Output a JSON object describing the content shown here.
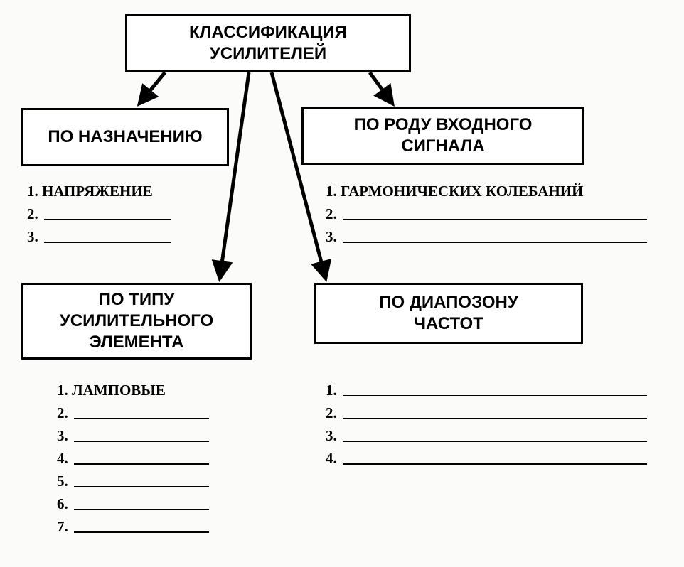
{
  "root": {
    "line1": "КЛАССИФИКАЦИЯ",
    "line2": "УСИЛИТЕЛЕЙ"
  },
  "purpose": {
    "title": "ПО НАЗНАЧЕНИЮ",
    "items": [
      "1. НАПРЯЖЕНИЕ",
      "2.",
      "3."
    ]
  },
  "signal": {
    "line1": "ПО РОДУ ВХОДНОГО",
    "line2": "СИГНАЛА",
    "items": [
      "1. ГАРМОНИЧЕСКИХ КОЛЕБАНИЙ",
      "2.",
      "3."
    ]
  },
  "element": {
    "line1": "ПО ТИПУ",
    "line2": "УСИЛИТЕЛЬНОГО",
    "line3": "ЭЛЕМЕНТА",
    "items": [
      "1. ЛАМПОВЫЕ",
      "2.",
      "3.",
      "4.",
      "5.",
      "6.",
      "7."
    ]
  },
  "frequency": {
    "line1": "ПО ДИАПОЗОНУ",
    "line2": "ЧАСТОТ",
    "items": [
      "1.",
      "2.",
      "3.",
      "4."
    ]
  }
}
